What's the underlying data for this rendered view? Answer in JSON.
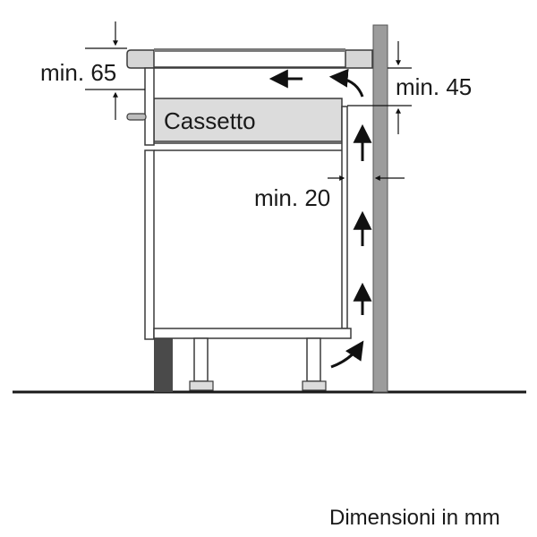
{
  "labels": {
    "min_65": "min. 65",
    "min_45": "min. 45",
    "min_20": "min. 20",
    "drawer": "Cassetto",
    "units": "Dimensioni in mm"
  },
  "colors": {
    "outline": "#3a3a3a",
    "cooktop": "#d6d6d6",
    "drawer_front": "#dcdcdc",
    "wall": "#9c9c9c",
    "plinth": "#4a4a4a",
    "floor": "#1a1a1a",
    "arrow": "#111111"
  }
}
